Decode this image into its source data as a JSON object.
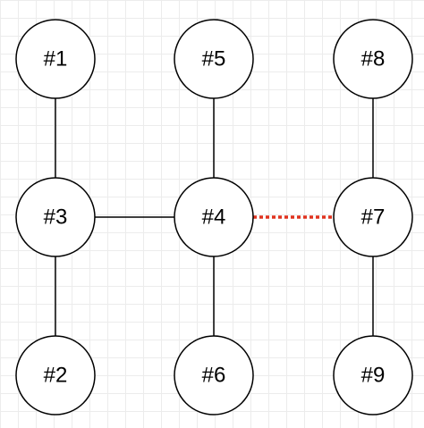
{
  "diagram": {
    "colors": {
      "background": "#ffffff",
      "grid": "#ececec",
      "node_fill": "#ffffff",
      "node_stroke": "#000000",
      "edge": "#000000",
      "dotted_edge": "#e0321e"
    },
    "nodes": [
      {
        "id": "n1",
        "label": "#1"
      },
      {
        "id": "n2",
        "label": "#2"
      },
      {
        "id": "n3",
        "label": "#3"
      },
      {
        "id": "n4",
        "label": "#4"
      },
      {
        "id": "n5",
        "label": "#5"
      },
      {
        "id": "n6",
        "label": "#6"
      },
      {
        "id": "n7",
        "label": "#7"
      },
      {
        "id": "n8",
        "label": "#8"
      },
      {
        "id": "n9",
        "label": "#9"
      }
    ],
    "edges": [
      {
        "from": "n1",
        "to": "n3",
        "style": "solid"
      },
      {
        "from": "n3",
        "to": "n2",
        "style": "solid"
      },
      {
        "from": "n3",
        "to": "n4",
        "style": "solid"
      },
      {
        "from": "n5",
        "to": "n4",
        "style": "solid"
      },
      {
        "from": "n4",
        "to": "n6",
        "style": "solid"
      },
      {
        "from": "n4",
        "to": "n7",
        "style": "dotted"
      },
      {
        "from": "n8",
        "to": "n7",
        "style": "solid"
      },
      {
        "from": "n7",
        "to": "n9",
        "style": "solid"
      }
    ]
  }
}
